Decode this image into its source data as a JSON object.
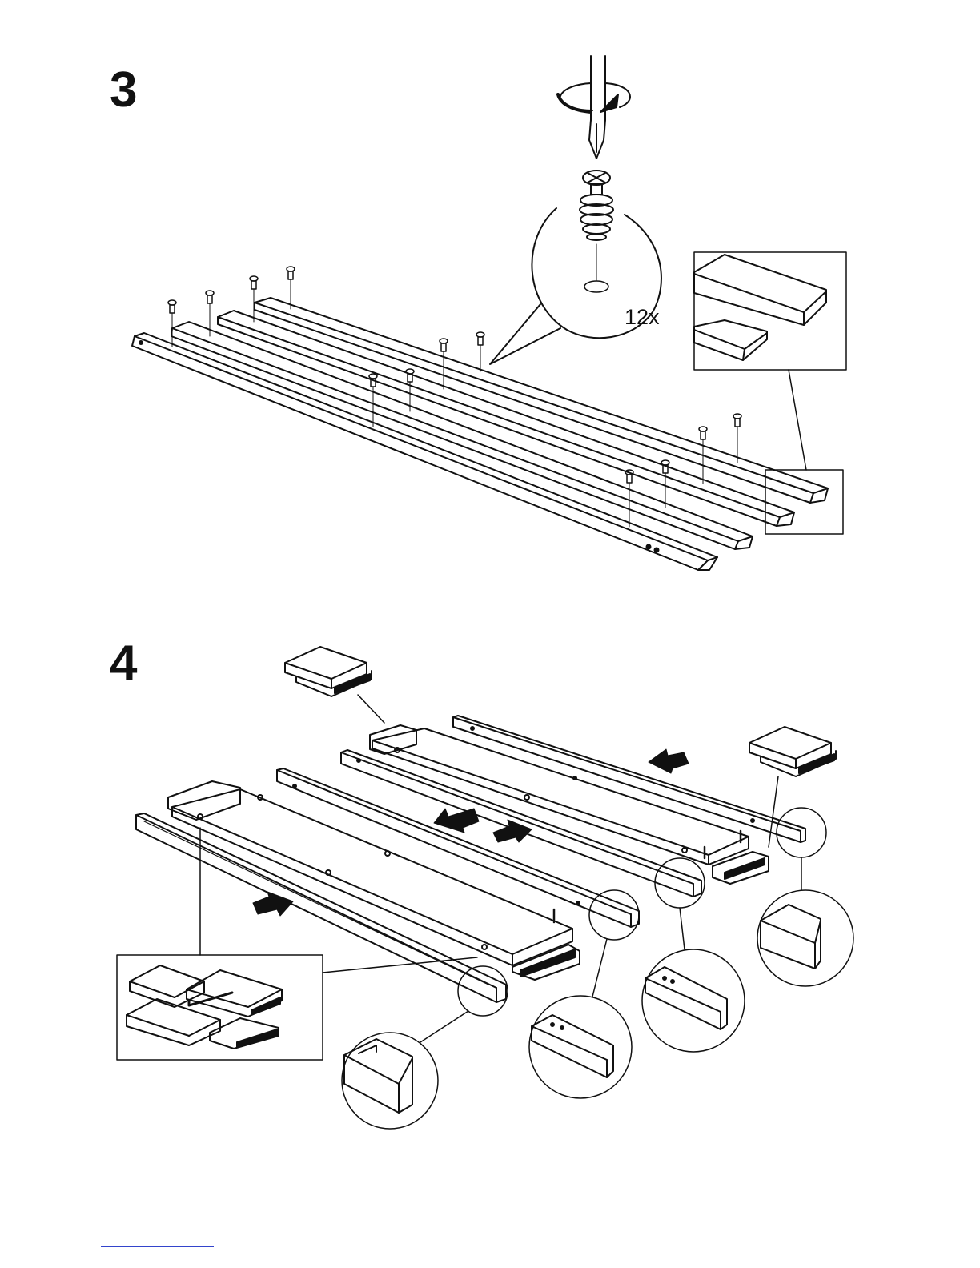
{
  "steps": [
    {
      "number": "3",
      "quantity_label": "12x"
    },
    {
      "number": "4"
    }
  ],
  "colors": {
    "ink": "#111111",
    "paper": "#ffffff",
    "footer_line": "#3344cc"
  },
  "icons": [
    "screwdriver-icon",
    "rotate-arrow-icon",
    "cam-bolt-icon",
    "push-arrow-icon"
  ]
}
